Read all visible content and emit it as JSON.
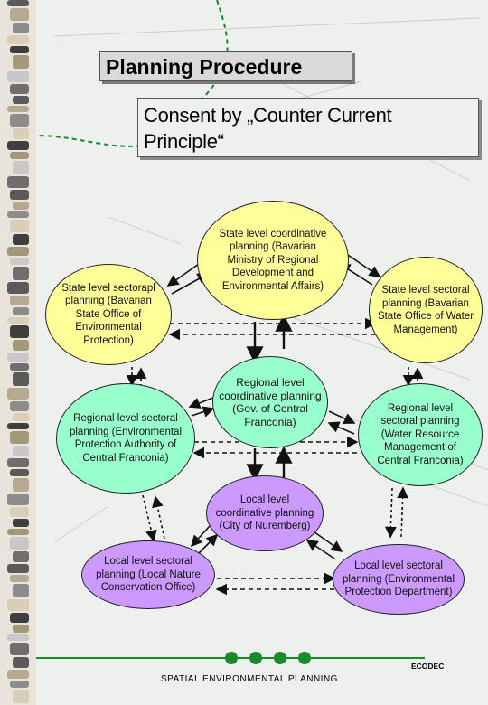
{
  "title": "Planning Procedure",
  "subtitle": "Consent by „Counter Current Principle“",
  "nodes": {
    "state_coordinative": "State level coordinative planning (Bavarian Ministry of Regional Development and Environmental Affairs)",
    "state_sectoral_left": "State level sectorapl planning (Bavarian State Office of Environmental Protection)",
    "state_sectoral_right": "State level sectoral planning (Bavarian State Office of Water Management)",
    "regional_coordinative": "Regional level coordinative planning (Gov. of Central Franconia)",
    "regional_sectoral_left": "Regional level sectoral planning (Environmental Protection Authority of Central Franconia)",
    "regional_sectoral_right": "Regional level sectoral planning (Water Resource Management of Central Franconia)",
    "local_coordinative": "Local level coordinative planning (City of Nuremberg)",
    "local_sectoral_left": "Local level sectoral planning (Local Nature Conservation Office)",
    "local_sectoral_right": "Local level sectoral planning (Environmental Protection Department)"
  },
  "footer": "SPATIAL ENVIRONMENTAL PLANNING",
  "brand": "ECODEC",
  "colors": {
    "state": "#ffff99",
    "regional": "#99ffcc",
    "local": "#cc99ff",
    "accent": "#1a8a2a"
  }
}
